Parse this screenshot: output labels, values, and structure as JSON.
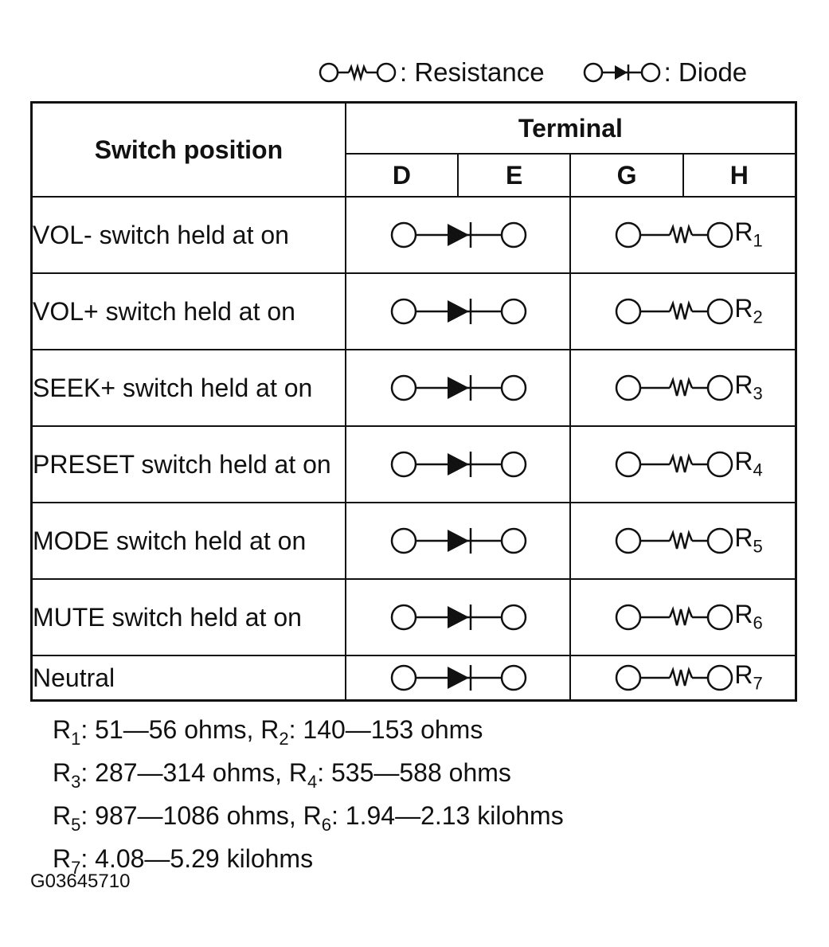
{
  "legend": {
    "resistance_label": ": Resistance",
    "diode_label": ": Diode"
  },
  "table": {
    "switch_header": "Switch position",
    "terminal_header": "Terminal",
    "terminals": [
      "D",
      "E",
      "G",
      "H"
    ],
    "rows": [
      {
        "position": "VOL- switch held at on",
        "resistor": "R",
        "resistor_sub": "1"
      },
      {
        "position": "VOL+ switch held at on",
        "resistor": "R",
        "resistor_sub": "2"
      },
      {
        "position": "SEEK+ switch held at on",
        "resistor": "R",
        "resistor_sub": "3"
      },
      {
        "position": "PRESET switch held at on",
        "resistor": "R",
        "resistor_sub": "4"
      },
      {
        "position": "MODE switch held at on",
        "resistor": "R",
        "resistor_sub": "5"
      },
      {
        "position": "MUTE switch held at on",
        "resistor": "R",
        "resistor_sub": "6"
      },
      {
        "position": "Neutral",
        "resistor": "R",
        "resistor_sub": "7"
      }
    ]
  },
  "notes": [
    [
      {
        "r": "R",
        "s": "1",
        "v": ": 51—56 ohms, "
      },
      {
        "r": "R",
        "s": "2",
        "v": ": 140—153 ohms"
      }
    ],
    [
      {
        "r": "R",
        "s": "3",
        "v": ": 287—314 ohms, "
      },
      {
        "r": "R",
        "s": "4",
        "v": ": 535—588 ohms"
      }
    ],
    [
      {
        "r": "R",
        "s": "5",
        "v": ": 987—1086 ohms, "
      },
      {
        "r": "R",
        "s": "6",
        "v": ": 1.94—2.13 kilohms"
      }
    ],
    [
      {
        "r": "R",
        "s": "7",
        "v": ": 4.08—5.29 kilohms"
      }
    ]
  ],
  "figure_code": "G03645710"
}
